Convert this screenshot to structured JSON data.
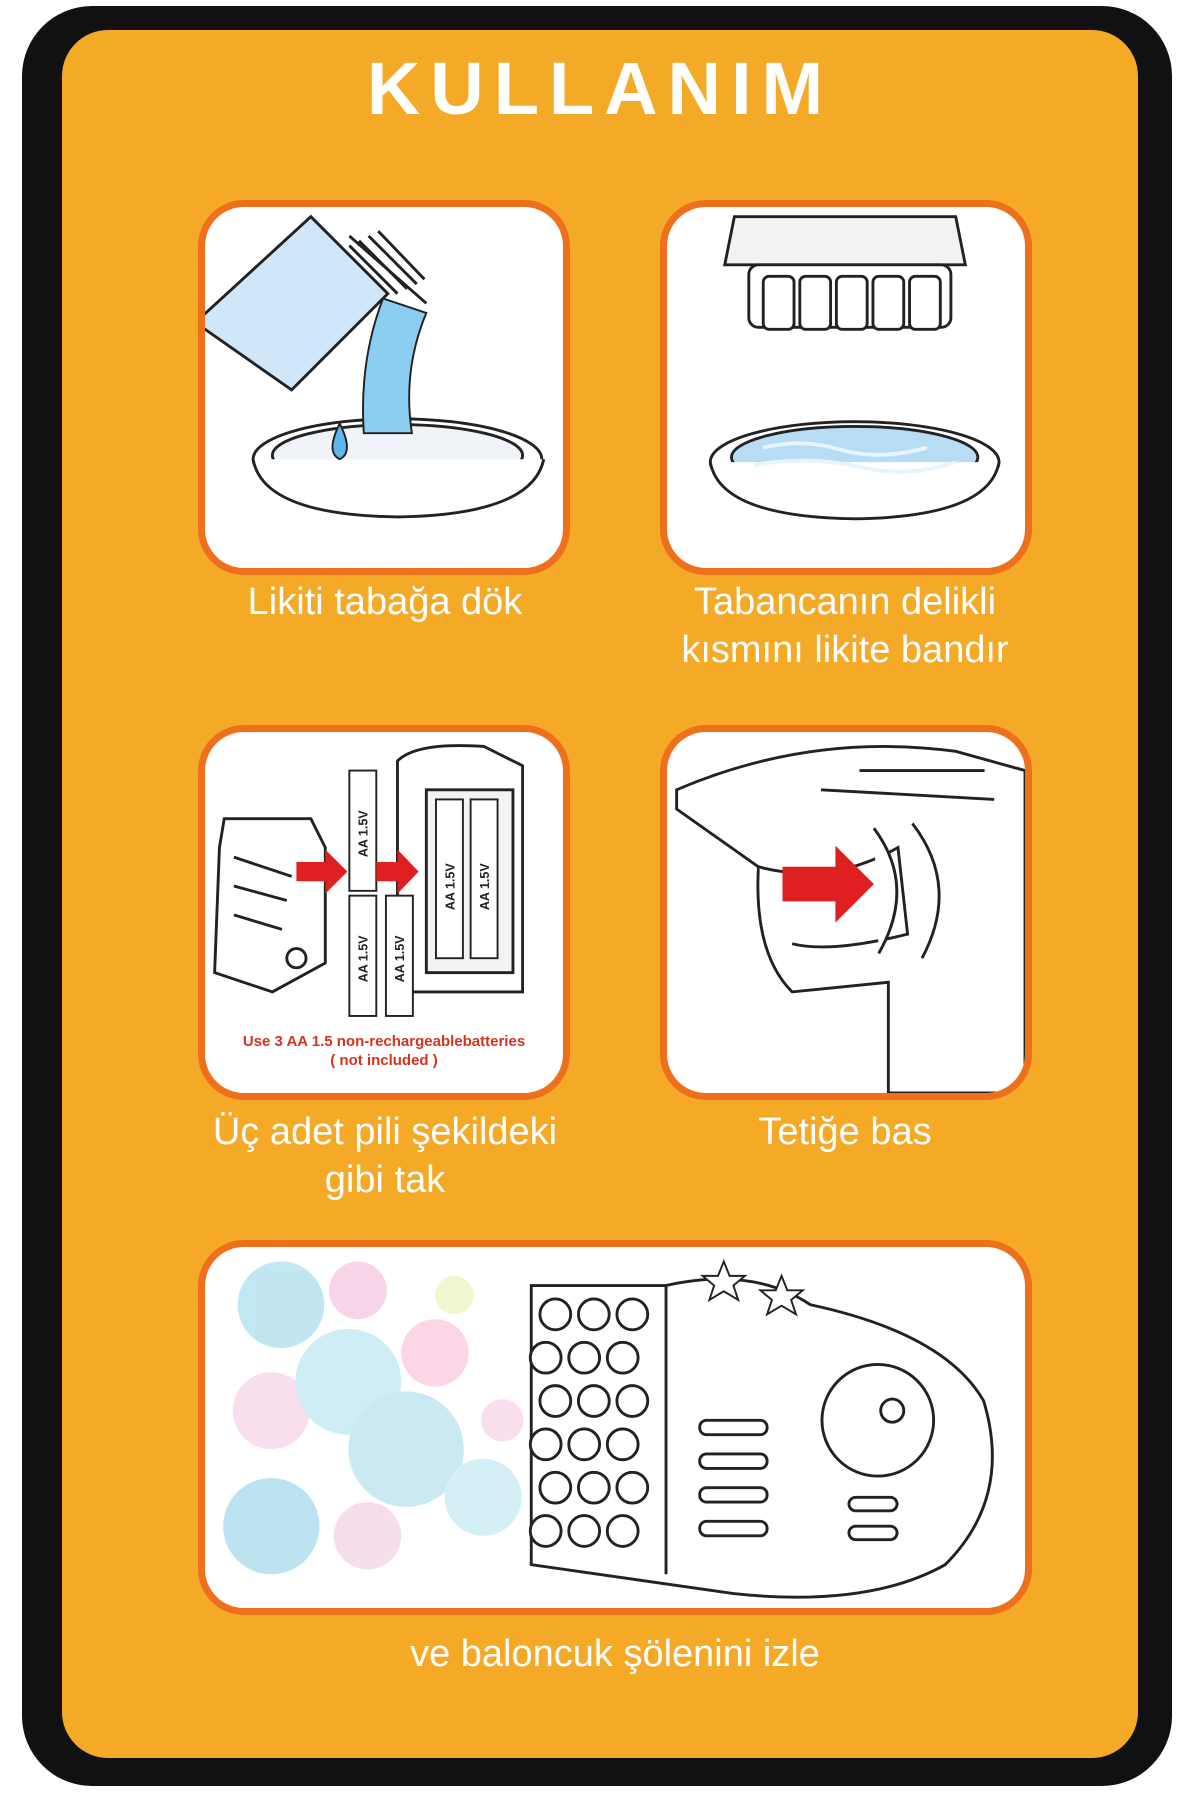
{
  "title": "KULLANIM",
  "steps": [
    {
      "caption_lines": [
        "Likiti tabağa dök"
      ],
      "illustration": "pour-liquid-icon"
    },
    {
      "caption_lines": [
        "Tabancanın delikli",
        "kısmını likite bandır"
      ],
      "illustration": "dip-gun-icon"
    },
    {
      "caption_lines": [
        "Üç adet pili şekildeki",
        "gibi tak"
      ],
      "illustration": "battery-install-icon",
      "battery_labels": [
        "AA 1.5V",
        "AA 1.5V",
        "AA 1.5V",
        "AA 1.5V",
        "AA 1.5V"
      ],
      "note_lines": [
        "Use 3 AA 1.5 non-rechargeablebatteries",
        "( not included )"
      ]
    },
    {
      "caption_lines": [
        "Tetiğe bas"
      ],
      "illustration": "trigger-press-icon"
    },
    {
      "caption_lines": [
        "ve baloncuk şölenini izle"
      ],
      "illustration": "bubble-gun-icon"
    }
  ],
  "colors": {
    "background": "#f4a927",
    "frame": "#111111",
    "card_border": "#ee6f1c",
    "arrow": "#e02020"
  }
}
